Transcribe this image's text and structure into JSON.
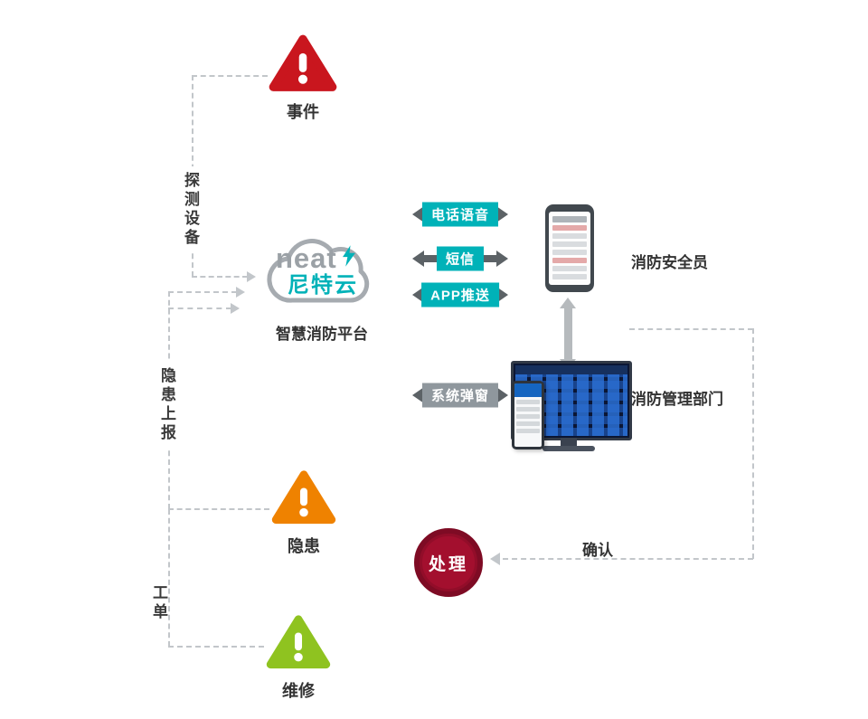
{
  "palette": {
    "event_red": "#c9161e",
    "hazard_orange": "#ef8200",
    "repair_green": "#8fc320",
    "channel_teal": "#00b2b8",
    "popup_gray": "#8f979d",
    "process_red": "#a30f2e",
    "process_ring": "#7e0b24",
    "brand_gray": "#9ba1a6"
  },
  "platform": {
    "brand_en": "neat",
    "brand_cn": "尼特云",
    "label": "智慧消防平台"
  },
  "nodes": {
    "event": {
      "label": "事件"
    },
    "hazard": {
      "label": "隐患"
    },
    "repair": {
      "label": "维修"
    },
    "safety_officer": {
      "label": "消防安全员"
    },
    "management": {
      "label": "消防管理部门"
    },
    "process": {
      "label": "处理"
    }
  },
  "edges": {
    "detection": {
      "label": "探测设备"
    },
    "hazard_report": {
      "label": "隐患上报"
    },
    "work_order": {
      "label": "工单"
    },
    "confirm": {
      "label": "确认"
    }
  },
  "channels": [
    {
      "label": "电话语音",
      "color": "#00b2b8"
    },
    {
      "label": "短信",
      "color": "#00b2b8"
    },
    {
      "label": "APP推送",
      "color": "#00b2b8"
    },
    {
      "label": "系统弹窗",
      "color": "#8f979d"
    }
  ]
}
